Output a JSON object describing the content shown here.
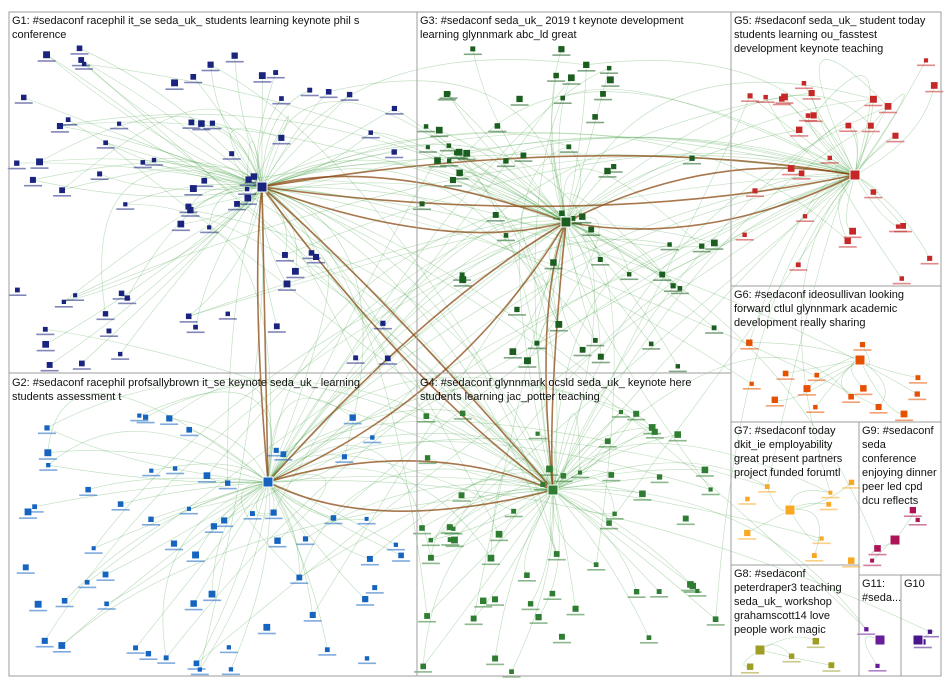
{
  "groups": [
    {
      "id": "G1",
      "line1": "G1: #sedaconf racephil it_se seda_uk_ students learning keynote phil s",
      "line2": "conference",
      "line3": "",
      "line4": "",
      "line5": ""
    },
    {
      "id": "G2",
      "line1": "G2: #sedaconf racephil profsallybrown it_se keynote seda_uk_ learning",
      "line2": "students assessment t",
      "line3": "",
      "line4": "",
      "line5": ""
    },
    {
      "id": "G3",
      "line1": "G3: #sedaconf seda_uk_ 2019 t keynote development",
      "line2": "learning glynnmark abc_ld great",
      "line3": "",
      "line4": "",
      "line5": ""
    },
    {
      "id": "G4",
      "line1": "G4: #sedaconf glynnmark ocsld seda_uk_ keynote here",
      "line2": "students learning jac_potter teaching",
      "line3": "",
      "line4": "",
      "line5": ""
    },
    {
      "id": "G5",
      "line1": "G5: #sedaconf seda_uk_ student today",
      "line2": "students learning ou_fasstest",
      "line3": "development keynote teaching",
      "line4": "",
      "line5": ""
    },
    {
      "id": "G6",
      "line1": "G6: #sedaconf ideosullivan looking",
      "line2": "forward ctlul glynnmark academic",
      "line3": "development really sharing",
      "line4": "",
      "line5": ""
    },
    {
      "id": "G7",
      "line1": "G7: #sedaconf today",
      "line2": "dkit_ie employability",
      "line3": "great present partners",
      "line4": "project funded forumtl",
      "line5": ""
    },
    {
      "id": "G8",
      "line1": "G8: #sedaconf",
      "line2": "peterdraper3 teaching",
      "line3": "seda_uk_ workshop",
      "line4": "grahamscott14 love",
      "line5": "people work magic"
    },
    {
      "id": "G9",
      "line1": "G9: #sedaconf",
      "line2": "seda",
      "line3": "conference",
      "line4": "enjoying dinner",
      "line5": "peer led cpd"
    },
    {
      "id": "G10",
      "line1": "G10",
      "line2": "",
      "line3": "",
      "line4": "",
      "line5": ""
    },
    {
      "id": "G11",
      "line1": "G11:",
      "line2": "#seda...",
      "line3": "",
      "line4": "",
      "line5": ""
    }
  ],
  "g9_extra_line": "dcu reflects",
  "colors": {
    "edge_green": "#3a9a3a",
    "edge_brown": "#8b4a12",
    "node_g1": "#1a237e",
    "node_g2": "#1565c0",
    "node_g3": "#1b5e20",
    "node_g4": "#2e7d32",
    "node_g5": "#c62828",
    "node_g6": "#e65100",
    "node_g7": "#f9a825",
    "node_g8": "#9e9d24",
    "node_g9": "#ad1457",
    "node_g10": "#4a148c",
    "node_g11": "#6a1b9a",
    "panel_border": "#9e9e9e"
  }
}
